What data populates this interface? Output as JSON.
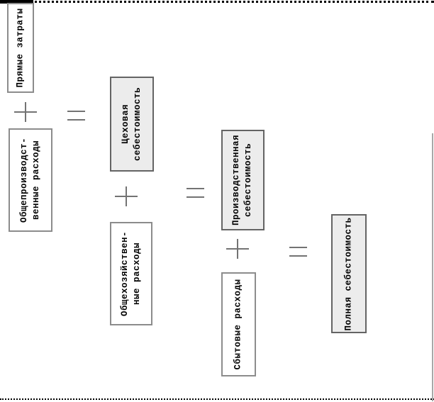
{
  "diagram": {
    "description": "Cost formation scheme (rotated 90deg in document)",
    "boxes": [
      {
        "id": "direct-costs",
        "variant": "white",
        "label_lines": [
          "Прямые затраты"
        ]
      },
      {
        "id": "overhead-production",
        "variant": "white",
        "label_lines": [
          "Общепроизводст-",
          "венные расходы"
        ]
      },
      {
        "id": "shop-cost",
        "variant": "gray",
        "label_lines": [
          "Цеховая",
          "себестоимость"
        ]
      },
      {
        "id": "general-business",
        "variant": "white",
        "label_lines": [
          "Общехозяйствен-",
          "ные расходы"
        ]
      },
      {
        "id": "production-cost",
        "variant": "gray",
        "label_lines": [
          "Производственная",
          "себестоимость"
        ]
      },
      {
        "id": "selling-expenses",
        "variant": "white",
        "label_lines": [
          "Сбытовые расходы"
        ]
      },
      {
        "id": "full-cost",
        "variant": "gray",
        "label_lines": [
          "Полная себестоимость"
        ]
      }
    ],
    "operators": [
      "+",
      "=",
      "+",
      "=",
      "+",
      "="
    ],
    "colors": {
      "highlight_box_fill": "#ececec",
      "plain_box_fill": "#ffffff",
      "plain_box_border": "#8c8c8c",
      "highlight_box_border": "#646464",
      "operator": "#737373",
      "text": "#000000",
      "page_edge": "#000000",
      "right_gridline": "#a8a8a8"
    }
  }
}
